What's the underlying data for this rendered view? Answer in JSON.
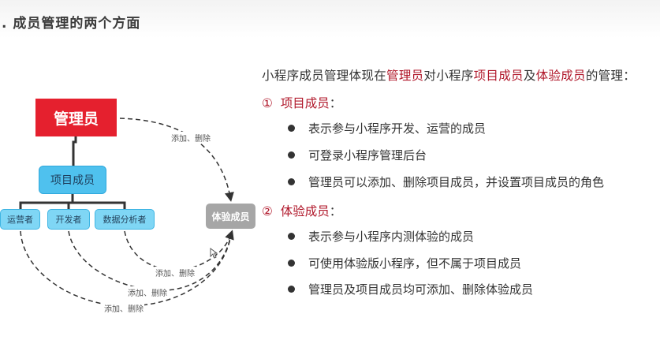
{
  "title": ". 成员管理的两个方面",
  "diagram": {
    "admin": "管理员",
    "project_member": "项目成员",
    "roles": [
      "运营者",
      "开发者",
      "数据分析者"
    ],
    "experience_member": "体验成员",
    "edge_labels": [
      "添加、删除",
      "添加、删除",
      "添加、删除",
      "添加、删除"
    ]
  },
  "content": {
    "intro": {
      "p1": "小程序成员管理体现在",
      "h1": "管理员",
      "p2": "对小程序",
      "h2": "项目成员",
      "p3": "及",
      "h3": "体验成员",
      "p4": "的管理："
    },
    "sections": [
      {
        "num": "①",
        "title": "项目成员",
        "colon": "：",
        "items": [
          "表示参与小程序开发、运营的成员",
          "可登录小程序管理后台",
          "管理员可以添加、删除项目成员，并设置项目成员的角色"
        ]
      },
      {
        "num": "②",
        "title": "体验成员",
        "colon": "：",
        "items": [
          "表示参与小程序内测体验的成员",
          "可使用体验版小程序，但不属于项目成员",
          "管理员及项目成员均可添加、删除体验成员"
        ]
      }
    ]
  }
}
